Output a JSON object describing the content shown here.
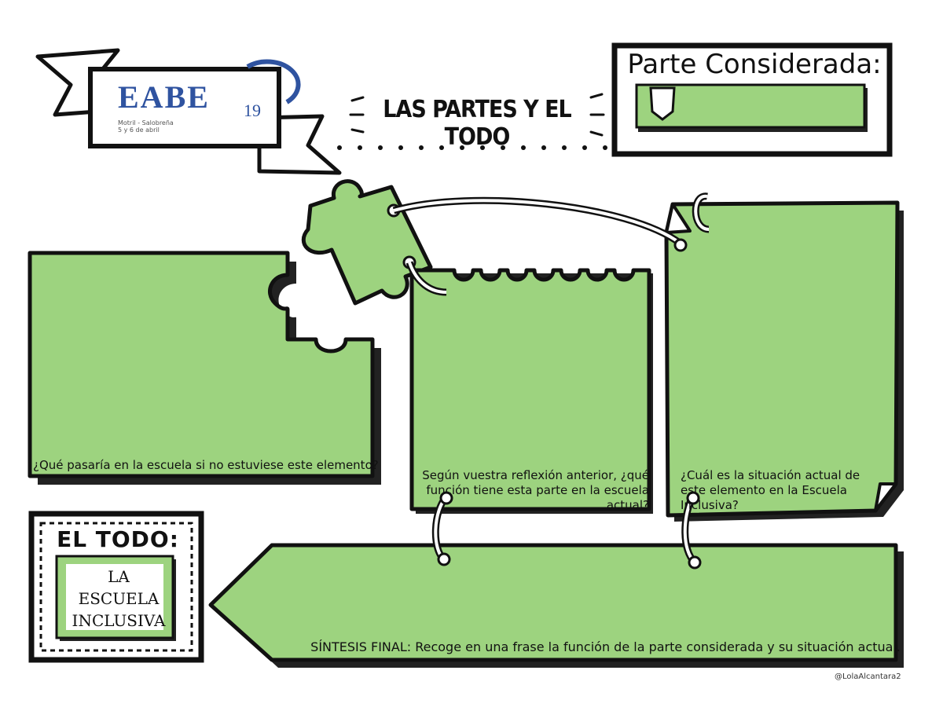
{
  "logo": {
    "name": "EABE",
    "number": "19",
    "caption_line1": "Motril - Salobreña",
    "caption_line2": "5 y 6 de abril"
  },
  "title": "LAS PARTES Y EL TODO",
  "parte_considerada": {
    "label": "Parte Considerada:"
  },
  "boxes": {
    "q1": "¿Qué pasaría en la escuela si no estuviese este elemento?",
    "q2": "Según vuestra reflexión anterior, ¿qué función tiene esta parte en la escuela actual?",
    "q3": "¿Cuál es la situación actual de este elemento en la Escuela Inclusiva?",
    "q4": "SÍNTESIS FINAL: Recoge en una frase la función de la parte considerada y su situación actual."
  },
  "el_todo": {
    "label": "EL TODO:",
    "line1": "LA",
    "line2": "ESCUELA",
    "line3": "INCLUSIVA"
  },
  "credit": "@LolaAlcantara2",
  "colors": {
    "green": "#9dd37f",
    "outline": "#111111",
    "shadow": "#2a2a2a",
    "logo_blue": "#2f53a0"
  }
}
